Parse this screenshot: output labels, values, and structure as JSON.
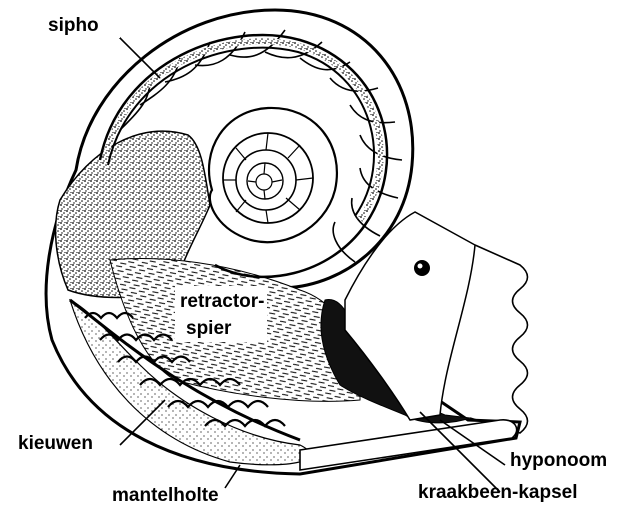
{
  "labels": {
    "sipho": "sipho",
    "retractor_line1": "retractor-",
    "retractor_line2": "spier",
    "kieuwen": "kieuwen",
    "mantelholte": "mantelholte",
    "hyponoom": "hyponoom",
    "kraakbeen_kapsel": "kraakbeen-kapsel"
  }
}
